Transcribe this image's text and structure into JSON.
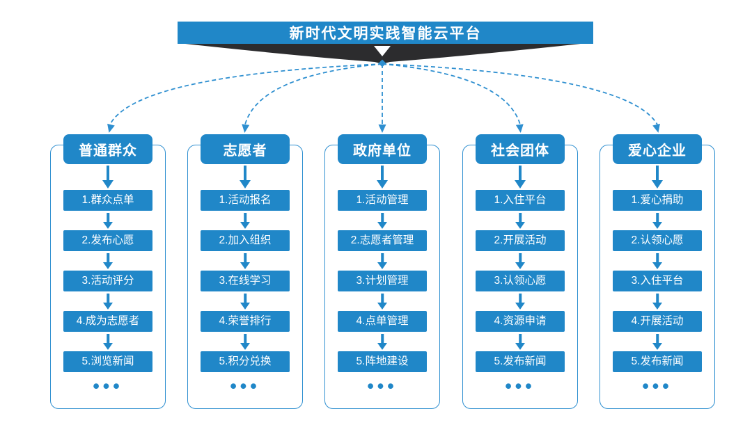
{
  "title": "新时代文明实践智能云平台",
  "ellipsis": "•••",
  "colors": {
    "primary_blue": "#2087c8",
    "line_blue": "#2e8fd0",
    "ribbon_dark": "#2c2c2e",
    "background": "#ffffff",
    "text_on_blue": "#ffffff"
  },
  "columns": [
    {
      "header": "普通群众",
      "steps": [
        "1.群众点单",
        "2.发布心愿",
        "3.活动评分",
        "4.成为志愿者",
        "5.浏览新闻"
      ]
    },
    {
      "header": "志愿者",
      "steps": [
        "1.活动报名",
        "2.加入组织",
        "3.在线学习",
        "4.荣誉排行",
        "5.积分兑换"
      ]
    },
    {
      "header": "政府单位",
      "steps": [
        "1.活动管理",
        "2.志愿者管理",
        "3.计划管理",
        "4.点单管理",
        "5.阵地建设"
      ]
    },
    {
      "header": "社会团体",
      "steps": [
        "1.入住平台",
        "2.开展活动",
        "3.认领心愿",
        "4.资源申请",
        "5.发布新闻"
      ]
    },
    {
      "header": "爱心企业",
      "steps": [
        "1.爱心捐助",
        "2.认领心愿",
        "3.入住平台",
        "4.开展活动",
        "5.发布新闻"
      ]
    }
  ]
}
